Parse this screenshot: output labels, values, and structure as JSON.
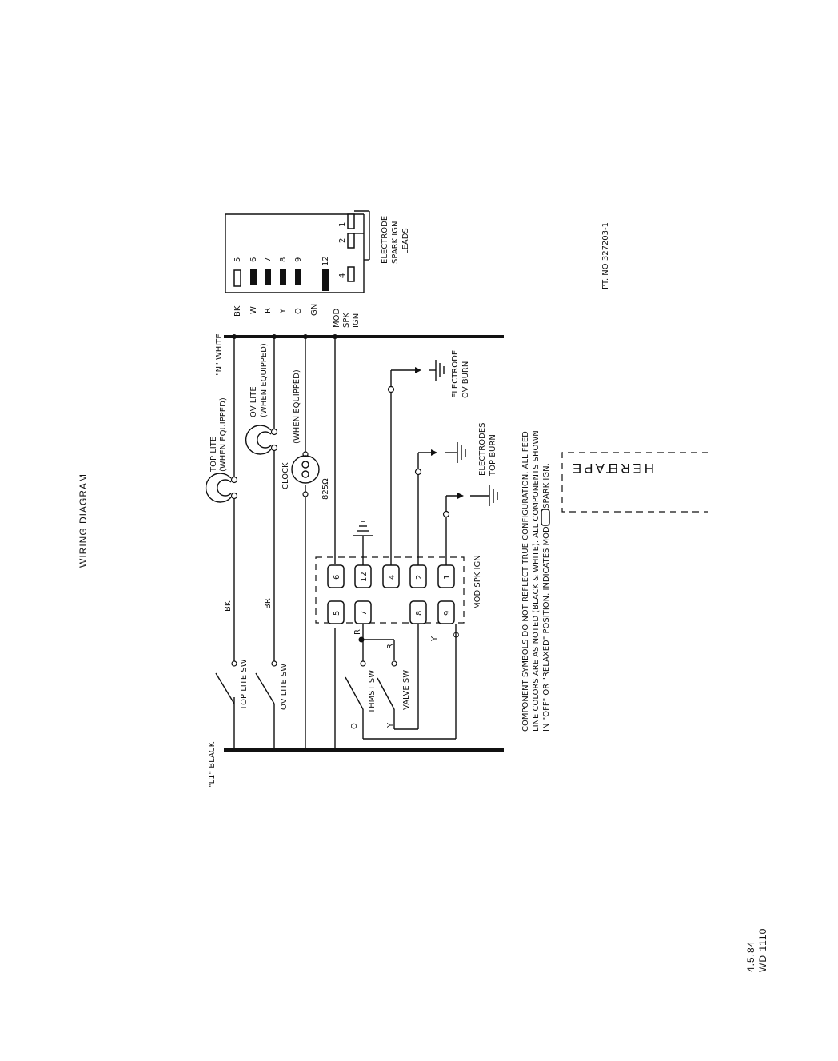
{
  "title": "WIRING DIAGRAM",
  "bus": {
    "l1": "\"L1\" BLACK",
    "n": "\"N\" WHITE"
  },
  "labels": {
    "top_lite": "TOP LITE",
    "when_equipped": "(WHEN EQUIPPED)",
    "ov_lite": "OV LITE",
    "clock": "CLOCK",
    "resistor": "825Ω",
    "top_lite_sw": "TOP LITE SW",
    "ov_lite_sw": "OV LITE SW",
    "thmst_sw": "THMST SW",
    "valve_sw": "VALVE SW",
    "mod_spk_ign": "MOD SPK IGN",
    "electrode_ov_burn_1": "ELECTRODE",
    "electrode_ov_burn_2": "OV BURN",
    "electrodes_top_burn_1": "ELECTRODES",
    "electrodes_top_burn_2": "TOP BURN",
    "electrode_leads_1": "ELECTRODE",
    "electrode_leads_2": "SPARK IGN",
    "electrode_leads_3": "LEADS",
    "mod_1": "MOD",
    "mod_2": "SPK",
    "mod_3": "IGN",
    "part_no": "PT. NO 327203-1",
    "tape_1": "TAPE",
    "tape_2": "HERE"
  },
  "wire_colors": {
    "bk": "BK",
    "br": "BR",
    "r": "R",
    "y": "Y",
    "o": "O",
    "w": "W",
    "gn": "GN"
  },
  "module_terminals": [
    "5",
    "7",
    "8",
    "9",
    "6",
    "12",
    "4",
    "2",
    "1"
  ],
  "connector_terminals": [
    "5",
    "6",
    "7",
    "8",
    "9",
    "12",
    "4",
    "2",
    "1"
  ],
  "connector_wires": [
    "BK",
    "W",
    "R",
    "Y",
    "O",
    "GN"
  ],
  "note": [
    "COMPONENT SYMBOLS DO NOT REFLECT TRUE CONFIGURATION.  ALL FEED",
    "LINE COLORS ARE AS NOTED (BLACK & WHITE).   ALL COMPONENTS SHOWN",
    "IN \"OFF\" OR \"RELAXED\" POSITION.        INDICATES MODULE SPARK IGN."
  ],
  "footer": {
    "date": "4.5.84",
    "code": "WD 1110"
  }
}
